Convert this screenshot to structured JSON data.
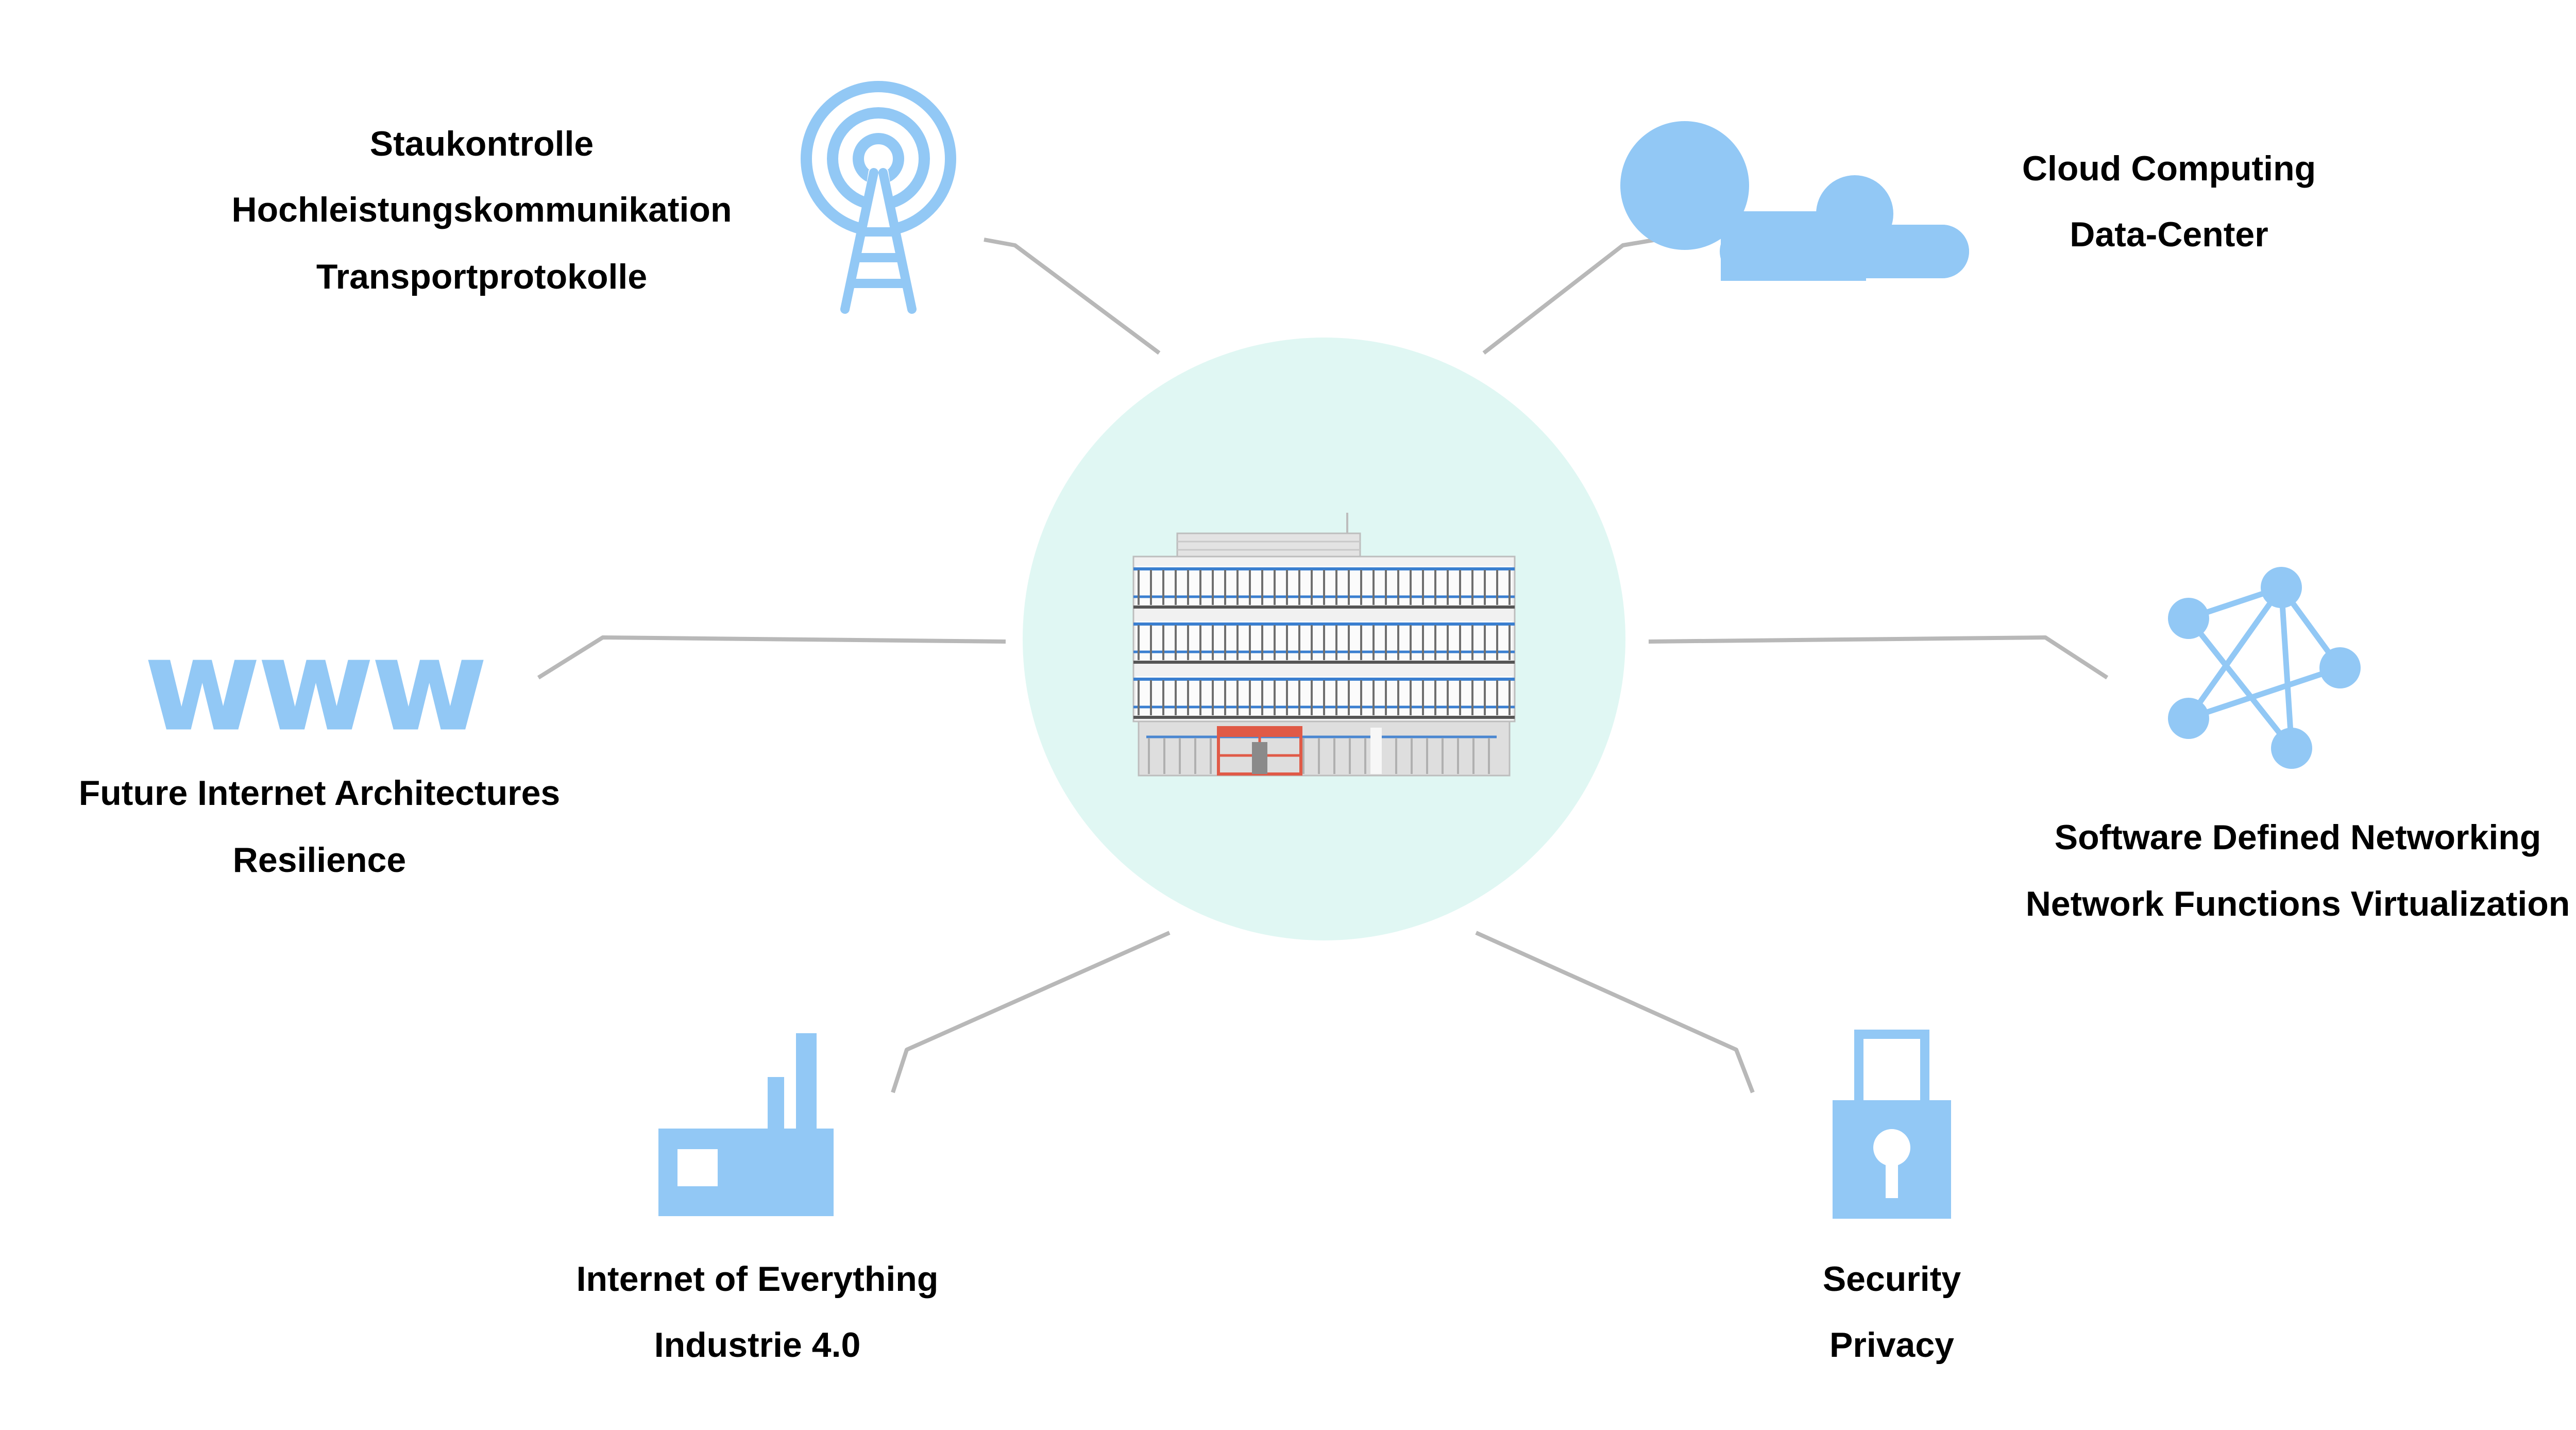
{
  "colors": {
    "icon": "#92c8f5",
    "connector": "#b8b8b8",
    "hub_circle": "#e0f7f3",
    "text": "#000000"
  },
  "topics": {
    "antenna": {
      "icon": "antenna-tower-icon",
      "lines": [
        "Staukontrolle",
        "Hochleistungskommunikation",
        "Transportprotokolle"
      ]
    },
    "cloud": {
      "icon": "cloud-icon",
      "lines": [
        "Cloud Computing",
        "Data-Center"
      ]
    },
    "www": {
      "icon": "www-icon",
      "lines": [
        "Future Internet Architectures",
        "Resilience"
      ]
    },
    "network": {
      "icon": "network-graph-icon",
      "lines": [
        "Software Defined Networking",
        "Network Functions Virtualization"
      ]
    },
    "factory": {
      "icon": "factory-icon",
      "lines": [
        "Internet of Everything",
        "Industrie 4.0"
      ]
    },
    "lock": {
      "icon": "padlock-icon",
      "lines": [
        "Security",
        "Privacy"
      ]
    }
  },
  "center": {
    "icon": "building-icon"
  }
}
